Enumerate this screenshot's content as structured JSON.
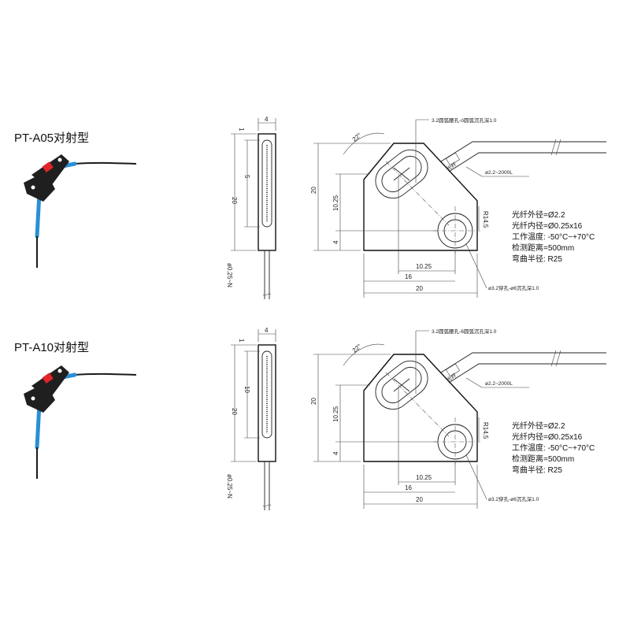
{
  "colors": {
    "fiber_blue": "#2a8fd6",
    "fiber_red": "#e0242a",
    "body_dark": "#1f1f1f",
    "line": "#222222"
  },
  "products": [
    {
      "title": "PT-A05对射型",
      "side_view": {
        "width_label": "4",
        "height_label": "20",
        "window_label": "5",
        "top_label": "1",
        "cable_label": "ø0.25~N"
      },
      "front_view": {
        "hole_note": "3.2圆弧腰孔-ó圆弧沉孔深1.0",
        "cable_note": "ø2.2~2000L",
        "cable_tag": "光纤",
        "angle_label": "22°",
        "radius_label": "R14.5",
        "height_label": "20",
        "mid_height_label": "10.25",
        "low_height_label": "4",
        "width_labels": [
          "10.25",
          "16",
          "20"
        ],
        "bottom_note": "ø3.2穿孔-ø6沉孔深1.0"
      },
      "specs": [
        "光纤外径=Ø2.2",
        "光纤内径=Ø0.25x16",
        "工作温度: -50°C~+70°C",
        "检测距离=500mm",
        "弯曲半径:   R25"
      ]
    },
    {
      "title": "PT-A10对射型",
      "side_view": {
        "width_label": "4",
        "height_label": "20",
        "window_label": "10",
        "top_label": "1",
        "cable_label": "ø0.25~N"
      },
      "front_view": {
        "hole_note": "3.2圆弧腰孔-6圆弧沉孔深1.0",
        "cable_note": "ø2.2~2000L",
        "cable_tag": "光纤",
        "angle_label": "22°",
        "radius_label": "R14.5",
        "height_label": "20",
        "mid_height_label": "10.25",
        "low_height_label": "4",
        "width_labels": [
          "10.25",
          "16",
          "20"
        ],
        "bottom_note": "ø3.2穿孔-ø6沉孔深1.0"
      },
      "specs": [
        "光纤外径=Ø2.2",
        "光纤内径=Ø0.25x16",
        "工作温度: -50°C~+70°C",
        "检测距离=500mm",
        "弯曲半径:   R25"
      ]
    }
  ]
}
